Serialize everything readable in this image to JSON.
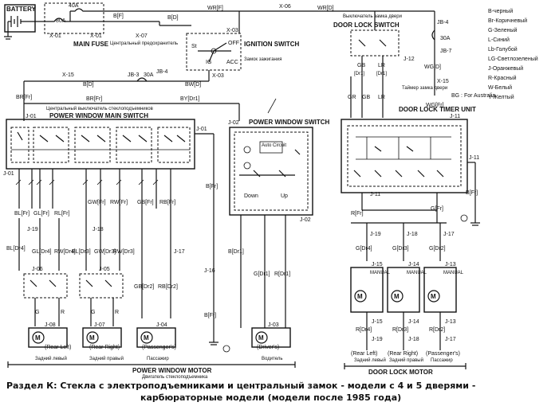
{
  "labels": {
    "battery": "BATTERY",
    "fuse_40a": "40A",
    "fuse_80a": "80A",
    "x01a": "X-01",
    "x01b": "X-01",
    "bf": "B[F]",
    "x07": "X-07",
    "main_fuse": "MAIN FUSE",
    "main_fuse_ru": "Центральный предохранитель",
    "bdl": "B[D]",
    "wrf": "WR[F]",
    "x06": "X-06",
    "wrd": "WR[D]",
    "x03a": "X-03",
    "x03b": "X-03",
    "ign_st": "St",
    "ign_off": "OFF",
    "ign_ig": "IG",
    "ign_acc": "ACC",
    "ign_switch": "IGNITION SWITCH",
    "ign_switch_ru": "Замок зажигания",
    "x15a": "X-15",
    "bd2": "B[D]",
    "jb3": "JB-3",
    "fuse30": "30A",
    "jb4": "JB-4",
    "bwd": "BW[D]",
    "brfr": "BR[Fr]",
    "brfr2": "BR[Fr]",
    "bydr1": "BY[Dr1]",
    "pw_main_ru": "Центральный выключатель стеклоподъемников",
    "pw_main": "POWER WINDOW MAIN SWITCH",
    "j01a": "J-01",
    "j01b": "J-01",
    "j01c": "J-01",
    "pw_switch": "POWER WINDOW SWITCH",
    "j02a": "J-02",
    "j02b": "J-02",
    "auto_circuit": "Auto Circuit",
    "down": "Down",
    "up": "Up",
    "bfr": "B[Fr]",
    "j16": "J-16",
    "bfr2": "B[Fr]",
    "bdr1": "B[Dr1]",
    "gdr1": "G[Dr1]",
    "rdr1": "R[Dr1]",
    "j03": "J-03",
    "drivers": "(Driver's)",
    "drivers_ru": "Водитель",
    "blfr": "BL[Fr]",
    "glfr": "GL[Fr]",
    "rlfr": "RL[Fr]",
    "j19": "J-19",
    "bldr4": "BL[Dr4]",
    "gldr4": "GL[Dr4]",
    "rwdr4": "RW[Dr4]",
    "j06": "J-06",
    "g1": "G",
    "r1": "R",
    "j08": "J-08",
    "rear_left": "(Rear Left)",
    "rear_left_ru": "Задний левый",
    "gwfr": "GW[Fr]",
    "rwfr": "RW[Fr]",
    "j18": "J-18",
    "bldr3": "BL[Dr3]",
    "gwdr3": "GW[Dr3]",
    "rwdr3": "RW[Dr3]",
    "j05": "J-05",
    "g2": "G",
    "r2": "R",
    "j07": "J-07",
    "rear_right": "(Rear Right)",
    "rear_right_ru": "Задний правый",
    "gbfr": "GB[Fr]",
    "rbfr": "RB[Fr]",
    "j17": "J-17",
    "gbdr2": "GB[Dr2]",
    "rbdr2": "RB[Dr2]",
    "j04": "J-04",
    "passenger": "(Passenger's)",
    "passenger_ru": "Пассажир",
    "pw_motor": "POWER WINDOW MOTOR",
    "pw_motor_ru": "Двигатель стеклоподъемника",
    "door_lock_switch_ru": "Выключатель замка двери",
    "door_lock_switch": "DOOR LOCK SWITCH",
    "j12": "J-12",
    "gb": "GB",
    "lr": "LR",
    "gbdr1": "[Dr1]",
    "lrdr1": "[Dr1]",
    "timer_ru": "Таймер замка двери",
    "x15b": "X-15",
    "gr": "GR",
    "gb2": "GB",
    "lr2": "LR",
    "wgfr": "WG[Fr]",
    "bg": "BG : For Australia",
    "door_lock_timer": "DOOR LOCK TIMER UNIT",
    "j11a": "J-11",
    "j11b": "J-11",
    "j11c": "J-11",
    "bfr3": "B[Fr]",
    "rfr": "R[Fr]",
    "gfr": "G[Fr]",
    "jb4b": "JB-4",
    "fuse30b": "30A",
    "jb7": "JB-7",
    "wgd": "WG[D]",
    "j19b": "J-19",
    "gdr4": "G[Dr4]",
    "j15": "J-15",
    "j15b": "J-15",
    "rdr4": "R[Dr4]",
    "j19c": "J-19",
    "j18b": "J-18",
    "gdr3": "G[Dr3]",
    "j14": "J-14",
    "j14b": "J-14",
    "rdr3": "R[Dr3]",
    "j18c": "J-18",
    "j17b": "J-17",
    "gdr2": "G[Dr2]",
    "j13": "J-13",
    "j13b": "J-13",
    "rdr2": "R[Dr2]",
    "j17c": "J-17",
    "dl_rear_left": "(Rear Left)",
    "dl_rear_left_ru": "Задний левый",
    "dl_rear_right": "(Rear Right)",
    "dl_rear_right_ru": "Задний правый",
    "dl_passenger": "(Passenger's)",
    "dl_passenger_ru": "Пассажир",
    "door_lock_motor": "DOOR LOCK MOTOR",
    "relay": "MANUAL"
  },
  "legend": [
    "B-черный",
    "Br-Коричневый",
    "G-Зеленый",
    "L-Синий",
    "Lb-Голубой",
    "LG-Светлозеленый",
    "J-Оранжевый",
    "R-Красный",
    "W-Белый",
    "Y-Желтый"
  ],
  "caption": {
    "line1": "Раздел К: Стекла с электроподъемниками и центральный замок - модели с 4 и 5 дверями -",
    "line2": "карбюраторные модели (модели после 1985 года)"
  }
}
